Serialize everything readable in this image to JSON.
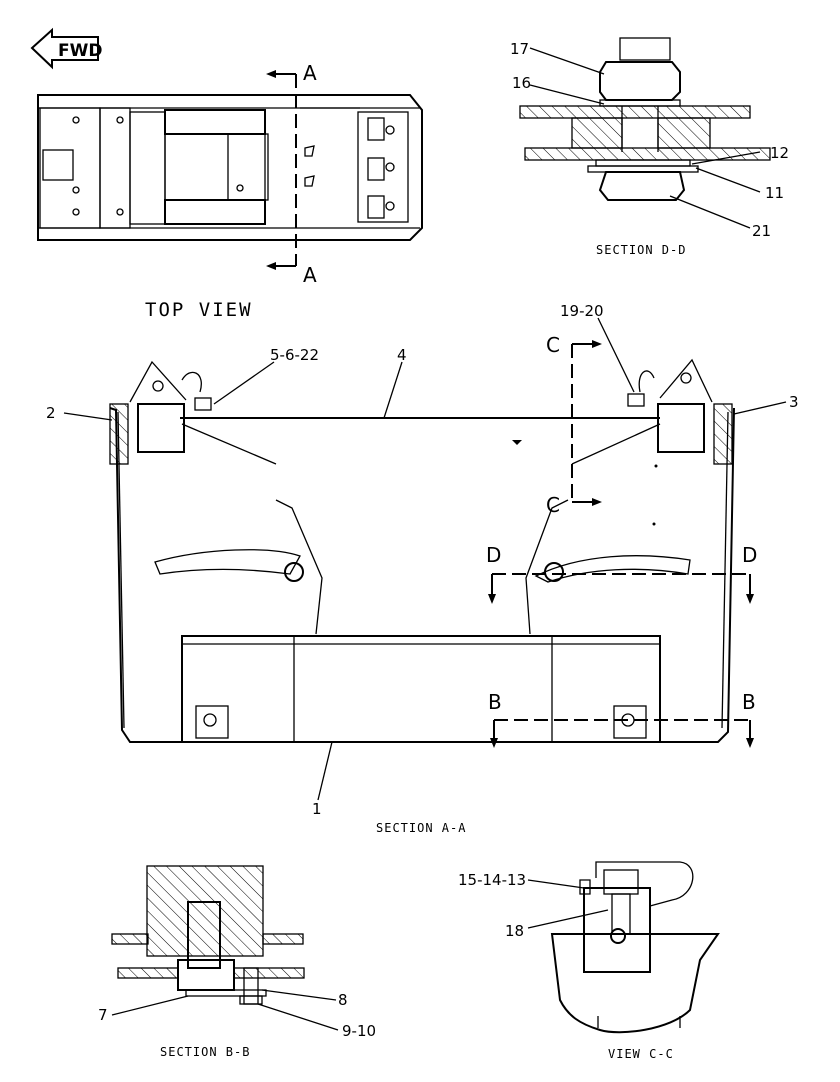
{
  "fwd_badge": "FWD",
  "views": {
    "top_view": "TOP VIEW",
    "section_aa": "SECTION A-A",
    "section_bb": "SECTION B-B",
    "section_dd": "SECTION D-D",
    "view_cc": "VIEW C-C"
  },
  "section_markers": {
    "a_top": "A",
    "a_bottom": "A",
    "b_left": "B",
    "b_right": "B",
    "c_top": "C",
    "c_bottom": "C",
    "d_left": "D",
    "d_right": "D"
  },
  "callouts": {
    "c1": "1",
    "c2": "2",
    "c3": "3",
    "c4": "4",
    "c5_6_22": "5-6-22",
    "c7": "7",
    "c8": "8",
    "c9_10": "9-10",
    "c11": "11",
    "c12": "12",
    "c15_14_13": "15-14-13",
    "c16": "16",
    "c17": "17",
    "c18": "18",
    "c19_20": "19-20",
    "c21": "21"
  }
}
